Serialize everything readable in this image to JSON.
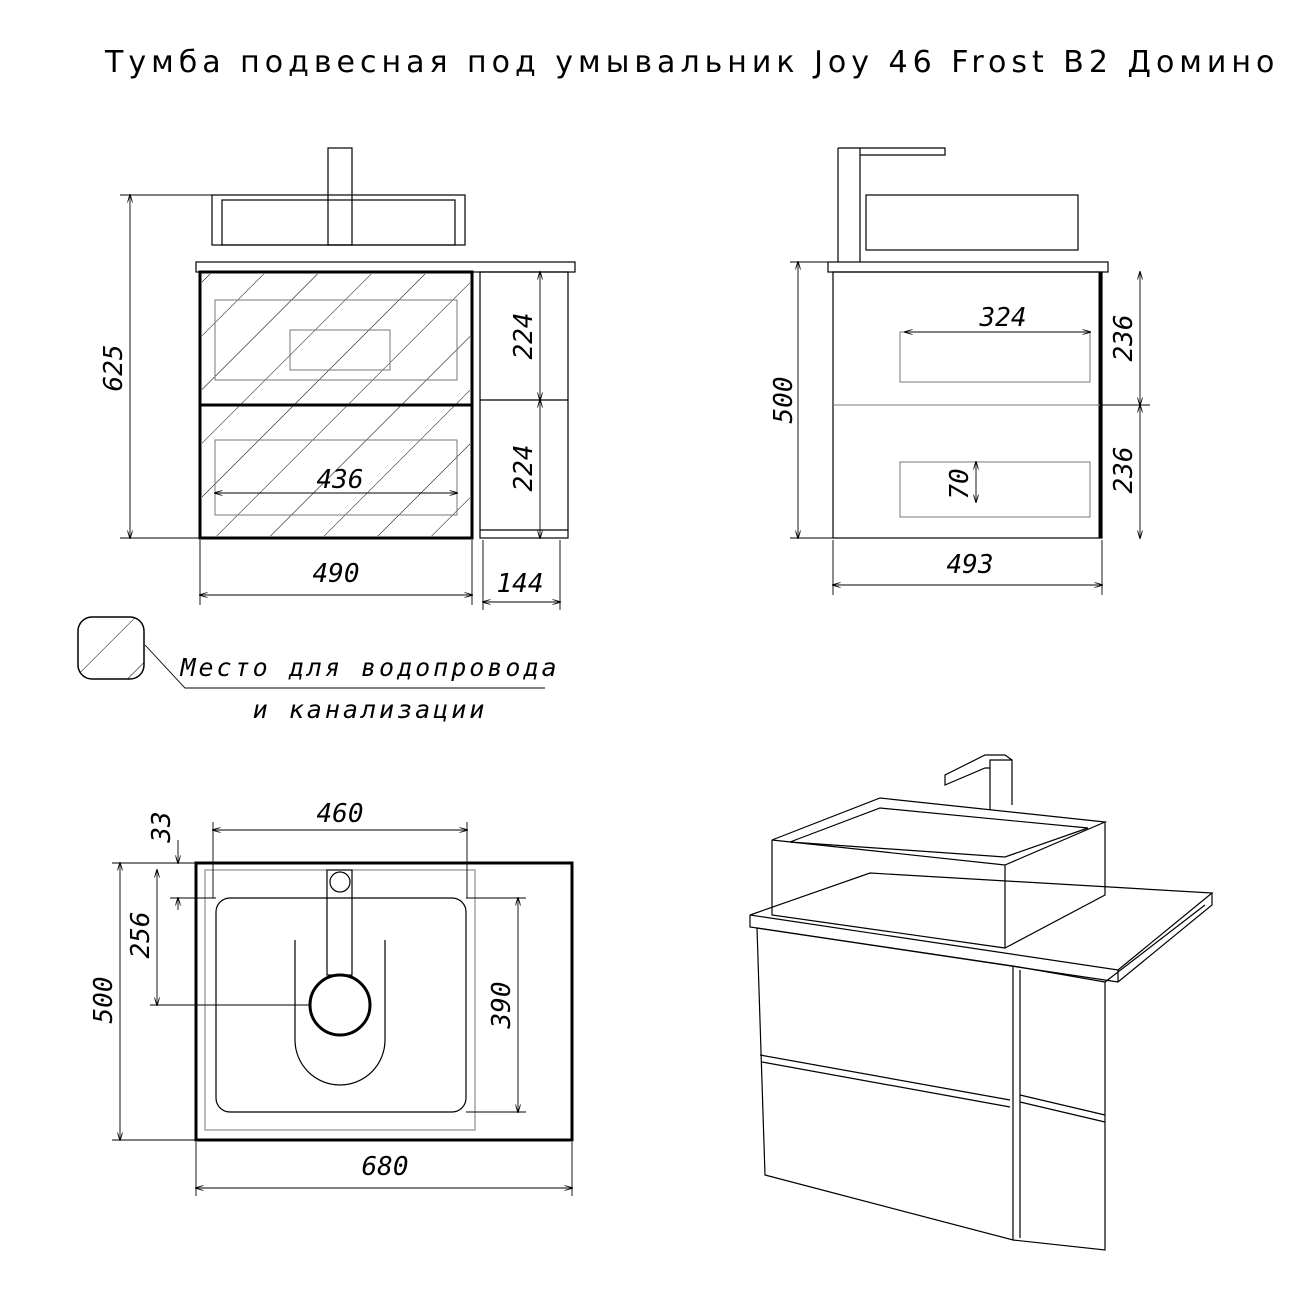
{
  "title": "Тумба подвесная под умывальник Joy 46 Frost В2 Домино",
  "front_view": {
    "height_total": "625",
    "drawer_top": "224",
    "drawer_bottom": "224",
    "inner_width": "436",
    "width_body": "490",
    "width_shelf": "144"
  },
  "side_view": {
    "height": "500",
    "inner_drawer": "324",
    "drawer_top": "236",
    "drawer_bottom": "236",
    "drawer_depth": "70",
    "depth": "493"
  },
  "legend": {
    "line1": "Место для водопровода",
    "line2": "и канализации"
  },
  "top_view": {
    "sink_width": "460",
    "offset": "33",
    "drain_offset": "256",
    "depth": "500",
    "sink_depth": "390",
    "total_width": "680"
  }
}
